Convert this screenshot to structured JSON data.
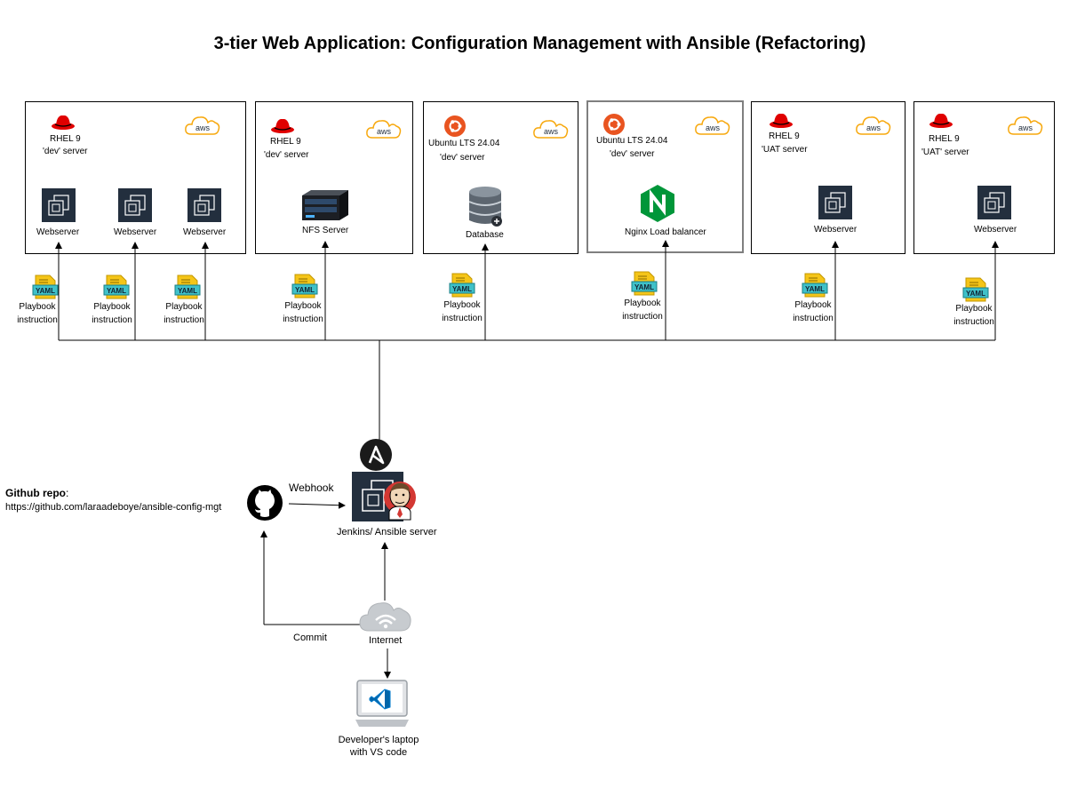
{
  "title": "3-tier Web Application: Configuration Management with Ansible (Refactoring)",
  "aws_label": "aws",
  "servers": [
    {
      "os": "RHEL 9",
      "env": "'dev' server",
      "hosts": [
        "Webserver",
        "Webserver",
        "Webserver"
      ]
    },
    {
      "os": "RHEL 9",
      "env": "'dev' server",
      "hosts": [
        "NFS Server"
      ]
    },
    {
      "os": "Ubuntu LTS 24.04",
      "env": "'dev' server",
      "hosts": [
        "Database"
      ]
    },
    {
      "os": "Ubuntu LTS 24.04",
      "env": "'dev' server",
      "hosts": [
        "Nginx Load balancer"
      ]
    },
    {
      "os": "RHEL 9",
      "env": "'UAT server",
      "hosts": [
        "Webserver"
      ]
    },
    {
      "os": "RHEL 9",
      "env": "'UAT' server",
      "hosts": [
        "Webserver"
      ]
    }
  ],
  "playbook": {
    "badge": "YAML",
    "line1": "Playbook",
    "line2": "instruction"
  },
  "github": {
    "heading": "Github repo",
    "url": "https://github.com/laraadeboye/ansible-config-mgt"
  },
  "webhook_label": "Webhook",
  "jenkins_label": "Jenkins/ Ansible  server",
  "commit_label": "Commit",
  "internet_label": "Internet",
  "laptop": {
    "line1": "Developer's laptop",
    "line2": "with VS code"
  },
  "colors": {
    "redhat": "#e00000",
    "ubuntu": "#e95420",
    "aws_orange": "#f7a80d",
    "nginx": "#009639",
    "chip_bg": "#232f3e",
    "vscode": "#0065a9"
  }
}
